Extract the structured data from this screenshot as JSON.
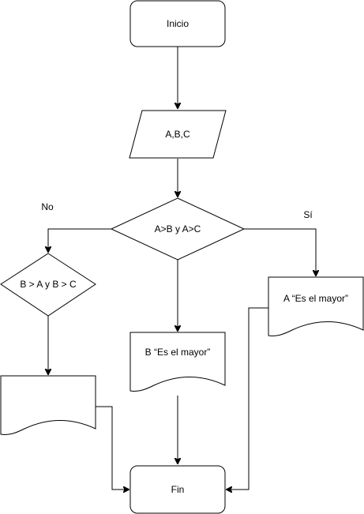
{
  "nodes": {
    "start": "Inicio",
    "input": "A,B,C",
    "decision_a": "A>B y A>C",
    "decision_b": "B > A y B > C",
    "output_a": "A “Es el mayor”",
    "output_b": "B “Es el mayor”",
    "output_c": "",
    "end": "Fin"
  },
  "edge_labels": {
    "no": "No",
    "yes": "Sí"
  },
  "colors": {
    "stroke": "#000000",
    "fill": "#ffffff"
  }
}
